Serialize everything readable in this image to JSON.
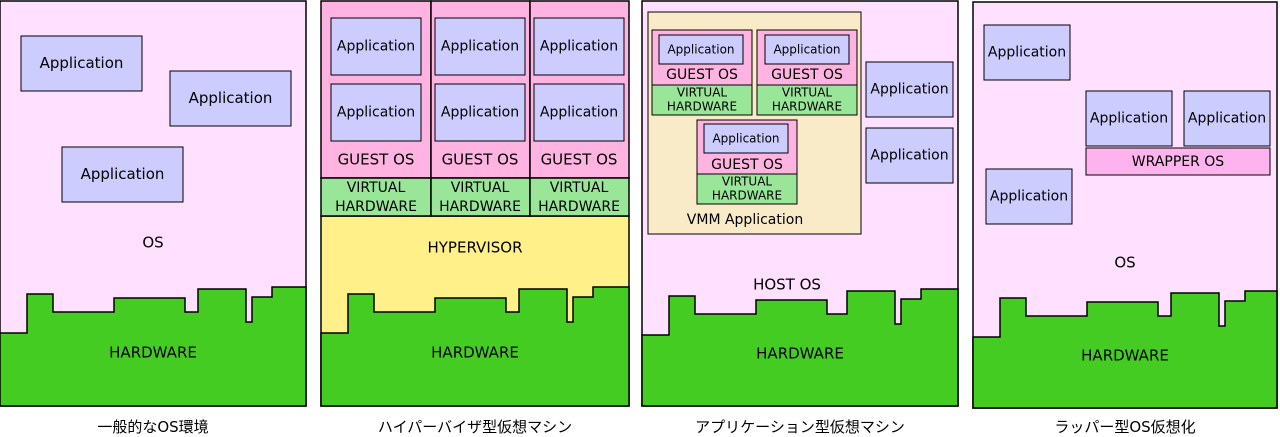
{
  "colors": {
    "os_pink": "#ffe0ff",
    "guest_pink": "#ffb3e0",
    "app_lavender": "#ccccff",
    "hardware_green": "#44cc22",
    "virtual_green": "#99e699",
    "hypervisor_yellow": "#fff08a",
    "vmm_tan": "#faebc8",
    "wrapper_pink": "#ffb3ee",
    "border": "#000000"
  },
  "panel1": {
    "apps": [
      "Application",
      "Application",
      "Application"
    ],
    "os_label": "OS",
    "hardware_label": "HARDWARE",
    "caption": "一般的なOS環境"
  },
  "panel2": {
    "apps": [
      "Application",
      "Application",
      "Application",
      "Application",
      "Application",
      "Application"
    ],
    "guest_os_labels": [
      "GUEST OS",
      "GUEST OS",
      "GUEST OS"
    ],
    "virtual_hw_labels": [
      {
        "line1": "VIRTUAL",
        "line2": "HARDWARE"
      },
      {
        "line1": "VIRTUAL",
        "line2": "HARDWARE"
      },
      {
        "line1": "VIRTUAL",
        "line2": "HARDWARE"
      }
    ],
    "hypervisor_label": "HYPERVISOR",
    "hardware_label": "HARDWARE",
    "caption": "ハイパーバイザ型仮想マシン"
  },
  "panel3": {
    "guest_vms": [
      {
        "app": "Application",
        "guest_os": "GUEST OS",
        "vhw1": "VIRTUAL",
        "vhw2": "HARDWARE"
      },
      {
        "app": "Application",
        "guest_os": "GUEST OS",
        "vhw1": "VIRTUAL",
        "vhw2": "HARDWARE"
      },
      {
        "app": "Application",
        "guest_os": "GUEST OS",
        "vhw1": "VIRTUAL",
        "vhw2": "HARDWARE"
      }
    ],
    "vmm_label": "VMM Application",
    "host_apps": [
      "Application",
      "Application"
    ],
    "host_os_label": "HOST OS",
    "hardware_label": "HARDWARE",
    "caption": "アプリケーション型仮想マシン"
  },
  "panel4": {
    "apps": [
      "Application",
      "Application",
      "Application",
      "Application"
    ],
    "wrapper_label": "WRAPPER OS",
    "os_label": "OS",
    "hardware_label": "HARDWARE",
    "caption": "ラッパー型OS仮想化"
  }
}
